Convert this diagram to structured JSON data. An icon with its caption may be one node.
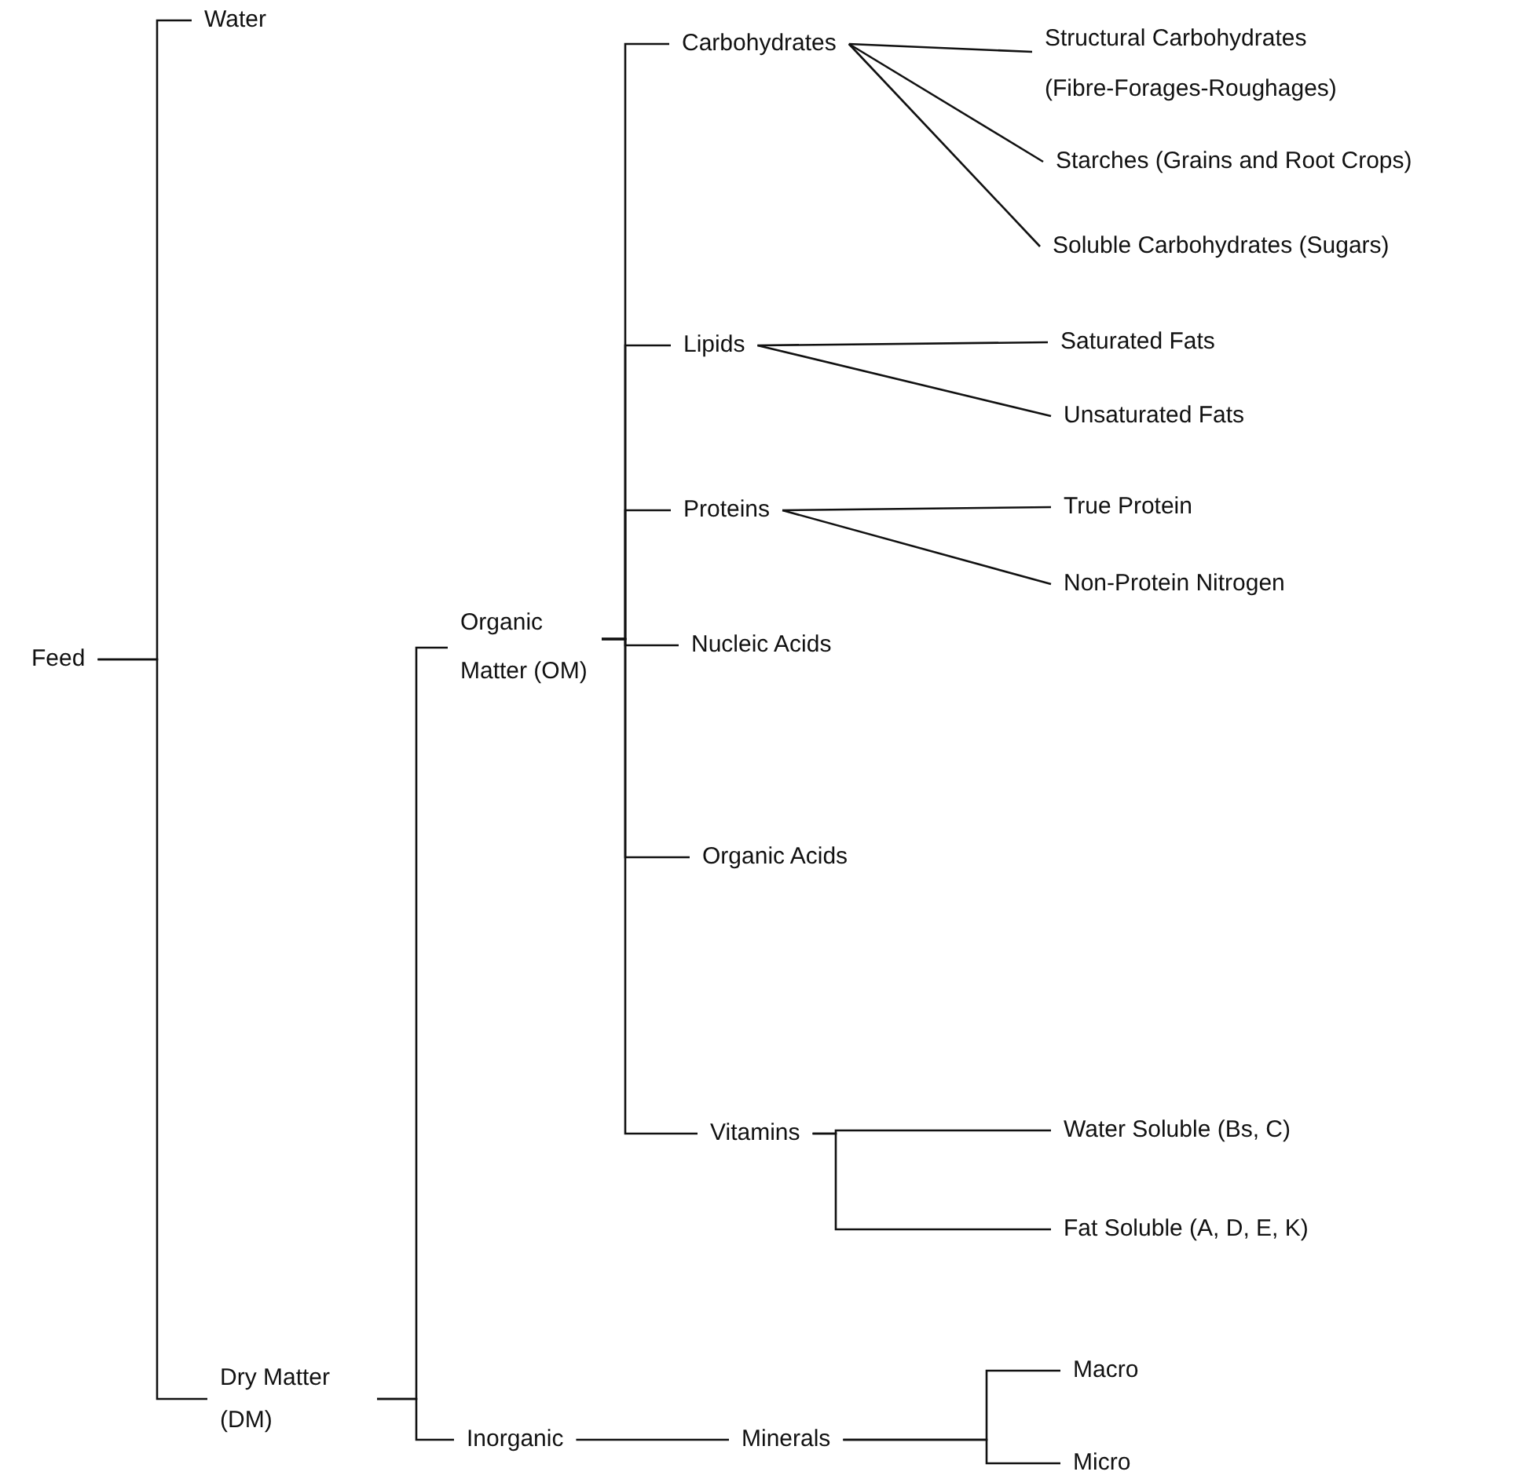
{
  "diagram": {
    "nodes": [
      {
        "text": [
          "Feed"
        ]
      },
      {
        "text": [
          "Water"
        ]
      },
      {
        "text": [
          "Dry Matter (DM)"
        ]
      },
      {
        "text": [
          "Organic Matter (OM)"
        ]
      },
      {
        "text": [
          "Inorganic"
        ]
      },
      {
        "text": [
          "Carbohydrates"
        ]
      },
      {
        "text": [
          "Lipids"
        ]
      },
      {
        "text": [
          "Proteins"
        ]
      },
      {
        "text": [
          "Nucleic Acids"
        ]
      },
      {
        "text": [
          "Organic Acids"
        ]
      },
      {
        "text": [
          "Vitamins"
        ]
      },
      {
        "text": [
          "Structural Carbohydrates (Fibre-Forages-Roughages)"
        ]
      },
      {
        "text": [
          "Starches (Grains and Root Crops)"
        ]
      },
      {
        "text": [
          "Soluble Carbohydrates (Sugars)"
        ]
      },
      {
        "text": [
          "Saturated Fats"
        ]
      },
      {
        "text": [
          "Unsaturated Fats"
        ]
      },
      {
        "text": [
          "True Protein"
        ]
      },
      {
        "text": [
          "Non-Protein Nitrogen"
        ]
      },
      {
        "text": [
          "Water Soluble (Bs, C)"
        ]
      },
      {
        "text": [
          "Fat Soluble (A, D, E, K)"
        ]
      },
      {
        "text": [
          "Minerals"
        ]
      },
      {
        "text": [
          "Macro"
        ]
      },
      {
        "text": [
          "Micro"
        ]
      }
    ],
    "edges": [
      {
        "from": 0,
        "to": 1,
        "arrow": "none"
      },
      {
        "from": 0,
        "to": 2,
        "arrow": "none"
      },
      {
        "from": 2,
        "to": 3,
        "arrow": "none"
      },
      {
        "from": 2,
        "to": 4,
        "arrow": "none"
      },
      {
        "from": 3,
        "to": 5,
        "arrow": "none"
      },
      {
        "from": 3,
        "to": 6,
        "arrow": "none"
      },
      {
        "from": 3,
        "to": 7,
        "arrow": "none"
      },
      {
        "from": 3,
        "to": 8,
        "arrow": "none"
      },
      {
        "from": 3,
        "to": 9,
        "arrow": "none"
      },
      {
        "from": 3,
        "to": 10,
        "arrow": "none"
      },
      {
        "from": 5,
        "to": 11,
        "arrow": "none"
      },
      {
        "from": 5,
        "to": 12,
        "arrow": "none"
      },
      {
        "from": 5,
        "to": 13,
        "arrow": "none"
      },
      {
        "from": 6,
        "to": 14,
        "arrow": "none"
      },
      {
        "from": 6,
        "to": 15,
        "arrow": "none"
      },
      {
        "from": 7,
        "to": 16,
        "arrow": "none"
      },
      {
        "from": 7,
        "to": 17,
        "arrow": "none"
      },
      {
        "from": 10,
        "to": 18,
        "arrow": "none"
      },
      {
        "from": 10,
        "to": 19,
        "arrow": "none"
      },
      {
        "from": 4,
        "to": 20,
        "arrow": "none"
      },
      {
        "from": 20,
        "to": 21,
        "arrow": "none"
      },
      {
        "from": 20,
        "to": 22,
        "arrow": "none"
      }
    ]
  }
}
